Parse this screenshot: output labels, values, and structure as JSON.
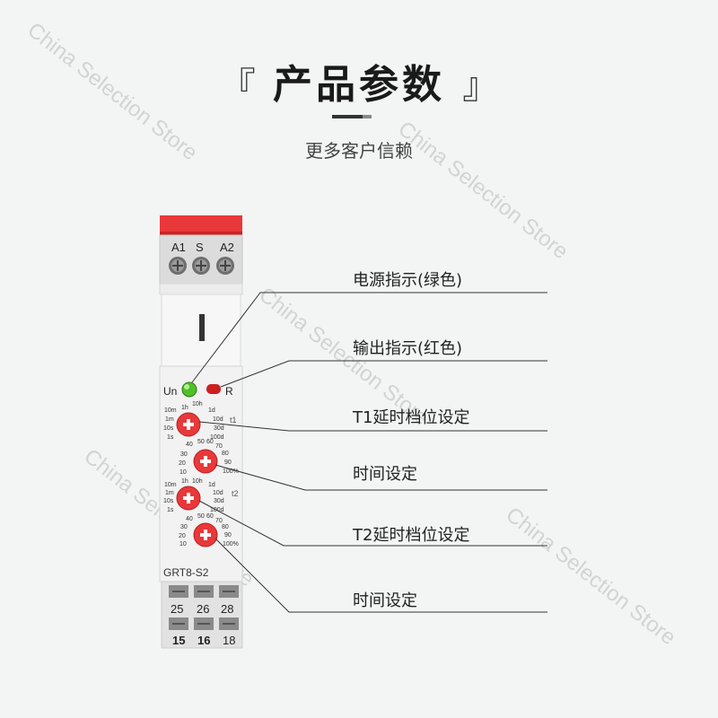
{
  "watermark": "China Selection Store",
  "header": {
    "bracket_open": "『",
    "title": "产品参数",
    "bracket_close": "』",
    "subtitle": "更多客户信赖"
  },
  "device": {
    "terminals_top": [
      "A1",
      "S",
      "A2"
    ],
    "indicator_left": "Un",
    "indicator_right": "R",
    "t1_label": "t1",
    "t2_label": "t2",
    "range_ticks_left": [
      "1h",
      "10h",
      "10m",
      "1m",
      "10s",
      "1s"
    ],
    "range_ticks_right": [
      "1d",
      "10d",
      "30d",
      "100d"
    ],
    "percent_ticks_left": [
      "40",
      "30",
      "20",
      "10"
    ],
    "percent_ticks_top": [
      "50",
      "60",
      "70"
    ],
    "percent_ticks_right": [
      "80",
      "90",
      "100%"
    ],
    "model": "GRT8-S2",
    "terminals_mid": [
      "25",
      "26",
      "28"
    ],
    "terminals_bottom": [
      "15",
      "16",
      "18"
    ],
    "led_green": "#4fc02a",
    "led_red": "#cc1f1f",
    "knob_red": "#e8383a"
  },
  "callouts": [
    "电源指示(绿色)",
    "输出指示(红色)",
    "T1延时档位设定",
    "时间设定",
    "T2延时档位设定",
    "时间设定"
  ]
}
